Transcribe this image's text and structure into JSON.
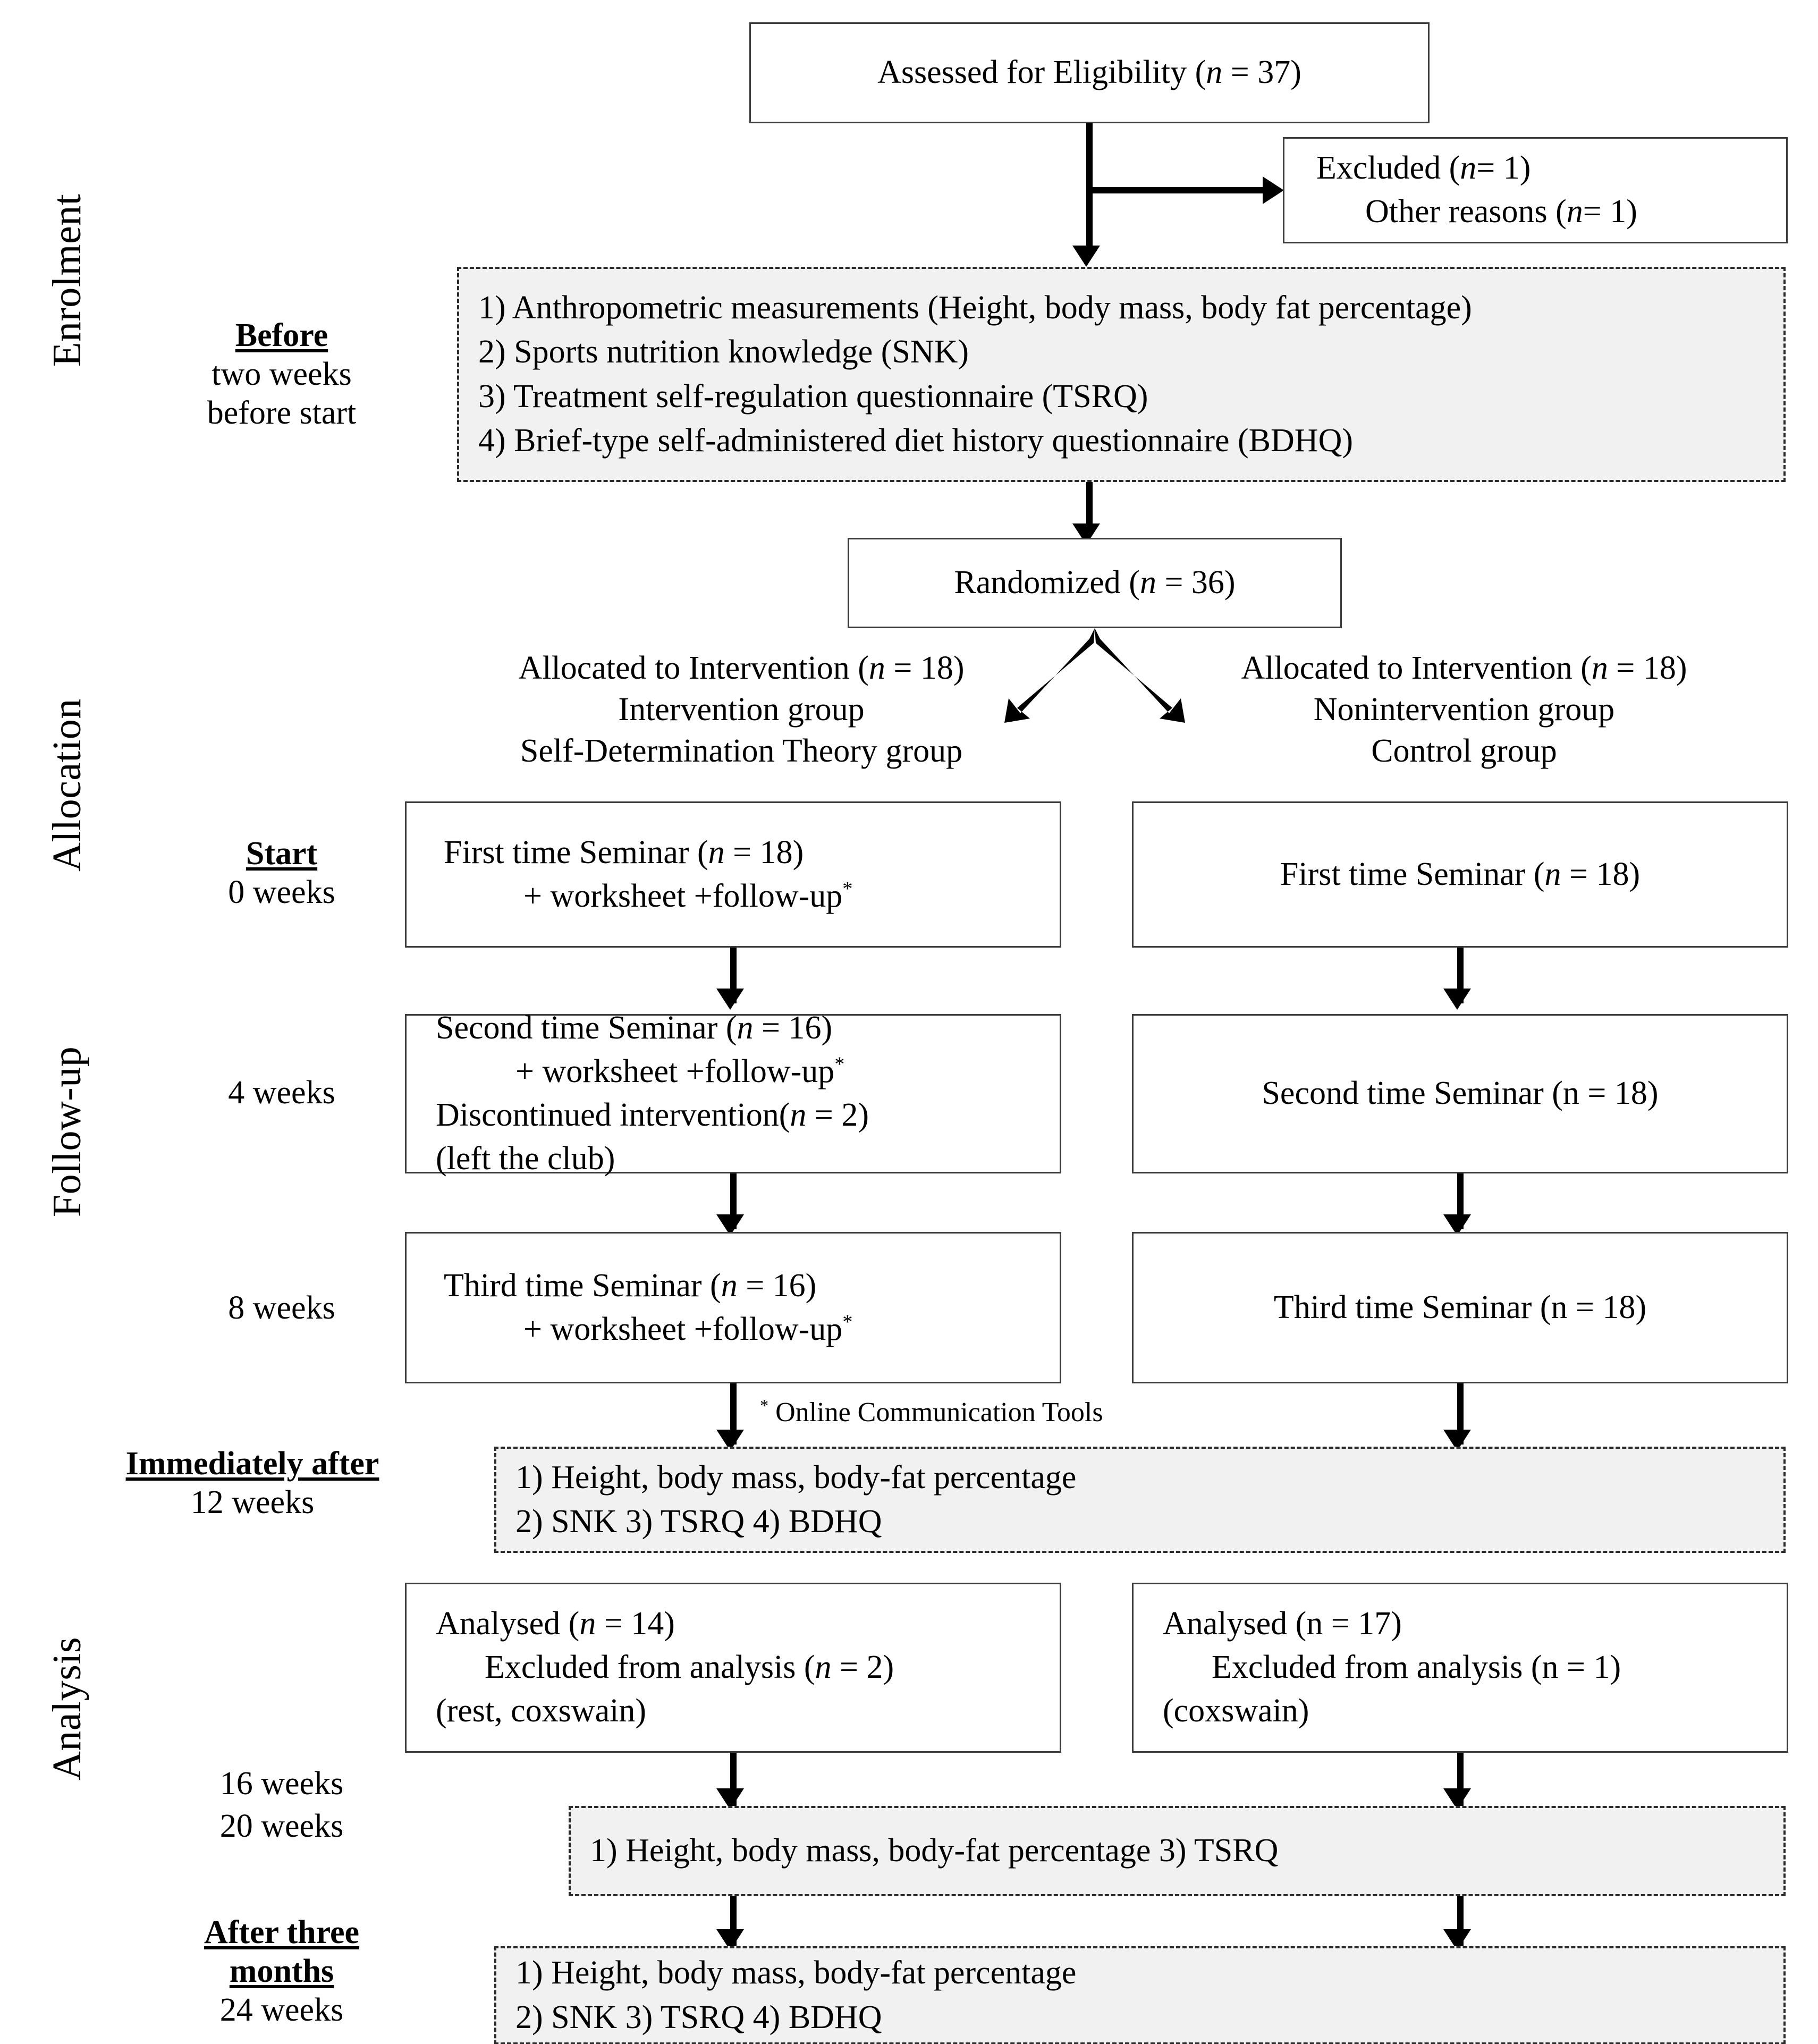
{
  "phases": [
    {
      "key": "enrolment",
      "label": "Enrolment"
    },
    {
      "key": "allocation",
      "label": "Allocation"
    },
    {
      "key": "followup",
      "label": "Follow-up"
    },
    {
      "key": "analysis",
      "label": "Analysis"
    }
  ],
  "timeline": [
    {
      "key": "before",
      "header": "Before",
      "sub1": "two weeks",
      "sub2": "before start"
    },
    {
      "key": "start",
      "header": "Start",
      "sub1": "0 weeks",
      "sub2": ""
    },
    {
      "key": "w4",
      "header": "",
      "sub1": "4 weeks",
      "sub2": ""
    },
    {
      "key": "w8",
      "header": "",
      "sub1": "8 weeks",
      "sub2": ""
    },
    {
      "key": "immediate",
      "header": "Immediately after",
      "sub1": "12 weeks",
      "sub2": ""
    },
    {
      "key": "w16",
      "header": "",
      "sub1": "16 weeks",
      "sub2": ""
    },
    {
      "key": "w20",
      "header": "",
      "sub1": "20 weeks",
      "sub2": ""
    },
    {
      "key": "after3",
      "header": "After three",
      "header2": "months",
      "sub1": "24 weeks",
      "sub2": ""
    }
  ],
  "nodes": {
    "assessed": {
      "line1": "Assessed for Eligibility (n = 37)"
    },
    "excluded": {
      "line1": "Excluded (n= 1)",
      "line2": "Other reasons (n= 1)"
    },
    "randomized": {
      "line1": "Randomized (n = 36)"
    },
    "baseline_assessments": {
      "line1": "1) Anthropometric measurements (Height, body mass, body fat percentage)",
      "line2": "2) Sports nutrition knowledge (SNK)",
      "line3": "3) Treatment self-regulation questionnaire (TSRQ)",
      "line4": "4) Brief-type self-administered diet history questionnaire (BDHQ)"
    },
    "alloc_left": {
      "line1": "Allocated to Intervention (n = 18)",
      "line2": "Intervention group",
      "line3": "Self-Determination Theory group"
    },
    "alloc_right": {
      "line1": "Allocated to Intervention (n = 18)",
      "line2": "Nonintervention group",
      "line3": "Control group"
    },
    "sem1_left": {
      "line1": "First time Seminar (n = 18)",
      "line2": "+ worksheet  +follow-up"
    },
    "sem2_left": {
      "line1": "Second time Seminar (n = 16)",
      "line2": "+ worksheet  +follow-up",
      "line3": "Discontinued intervention(n = 2)",
      "line4": "(left the club)"
    },
    "sem3_left": {
      "line1": "Third time Seminar (n = 16)",
      "line2": "+ worksheet  +follow-up"
    },
    "sem1_right": {
      "line1": "First time Seminar (n = 18)"
    },
    "sem2_right": {
      "line1": "Second time Seminar (n = 18)"
    },
    "sem3_right": {
      "line1": "Third time Seminar (n = 18)"
    },
    "footnote_oct": {
      "text": "Online Communication Tools",
      "marker": "*"
    },
    "post12": {
      "line1": "1)  Height, body mass, body-fat percentage",
      "line2": "2)  SNK 3)  TSRQ 4)  BDHQ"
    },
    "analysed_left": {
      "line1": "Analysed (n = 14)",
      "line2": "Excluded from analysis (n = 2)",
      "line3": "(rest, coxswain)"
    },
    "analysed_right": {
      "line1": "Analysed (n = 17)",
      "line2": "Excluded from analysis (n = 1)",
      "line3": "(coxswain)"
    },
    "post20": {
      "line1": "1)  Height, body mass, body-fat percentage 3)  TSRQ"
    },
    "post24": {
      "line1": "1)  Height, body mass, body-fat percentage",
      "line2": "2)  SNK 3)  TSRQ 4)  BDHQ"
    }
  },
  "colors": {
    "box_border": "#3c3c3c",
    "grey_fill": "#f1f1f1",
    "dashed_border": "#2b2b2b",
    "connector": "#000000",
    "text": "#000000",
    "page_bg": "#ffffff"
  }
}
